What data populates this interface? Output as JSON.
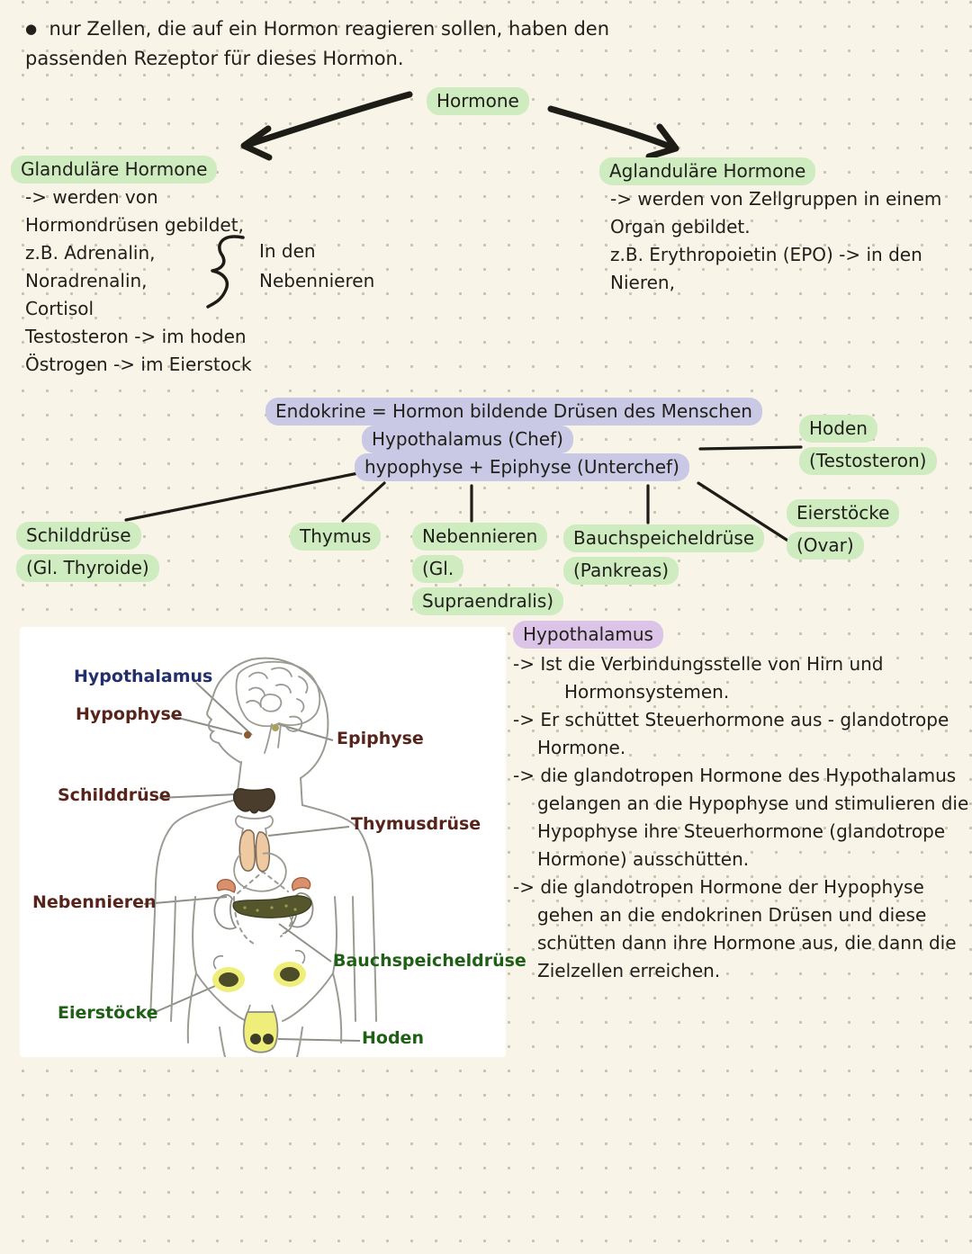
{
  "note": {
    "intro": {
      "bullet": "●",
      "lines": [
        "nur Zellen, die auf ein Hormon reagieren sollen, haben den",
        "passenden Rezeptor für dieses Hormon."
      ]
    },
    "hormone_label": "Hormone",
    "glandular": {
      "title": "Glanduläre Hormone",
      "lines": [
        "-> werden von",
        "Hormondrüsen gebildet,",
        "z.B. Adrenalin,",
        "Noradrenalin,",
        "Cortisol",
        "Testosteron -> im hoden",
        "Östrogen -> im Eierstock"
      ],
      "brace_note": [
        "In den",
        "Nebennieren"
      ]
    },
    "aglandular": {
      "title": "Aglanduläre Hormone",
      "lines": [
        "-> werden von Zellgruppen in einem",
        "Organ gebildet.",
        "z.B. Erythropoietin (EPO) -> in den",
        "Nieren,"
      ]
    },
    "tree": {
      "root": "Endokrine = Hormon bildende Drüsen des Menschen",
      "chef": "Hypothalamus (Chef)",
      "unterchef": "hypophyse + Epiphyse (Unterchef)",
      "hoden": [
        "Hoden",
        "(Testosteron)"
      ],
      "eierstoecke": [
        "Eierstöcke",
        "(Ovar)"
      ],
      "schilddruese": [
        "Schilddrüse",
        "(Gl. Thyroide)"
      ],
      "thymus": "Thymus",
      "nebennieren": [
        "Nebennieren",
        "(Gl.",
        "Supraendralis)"
      ],
      "pankreas": [
        "Bauchspeicheldrüse",
        "(Pankreas)"
      ]
    },
    "figure": {
      "hypothalamus": "Hypothalamus",
      "hypophyse": "Hypophyse",
      "epiphyse": "Epiphyse",
      "schilddruese": "Schilddrüse",
      "thymusdruese": "Thymusdrüse",
      "nebennieren": "Nebennieren",
      "bauchspeicheldruese": "Bauchspeicheldrüse",
      "eierstoecke": "Eierstöcke",
      "hoden": "Hoden"
    },
    "hypothalamus_section": {
      "title": "Hypothalamus",
      "lines": [
        "-> Ist die Verbindungsstelle von Hirn und",
        "Hormonsystemen.",
        "-> Er schüttet Steuerhormone aus - glandotrope",
        "Hormone.",
        "-> die glandotropen Hormone des Hypothalamus",
        "gelangen an die Hypophyse und stimulieren die",
        "Hypophyse ihre Steuerhormone (glandotrope",
        "Hormone) ausschütten.",
        "-> die glandotropen Hormone der Hypophyse",
        "gehen an die endokrinen Drüsen und diese",
        "schütten dann ihre Hormone aus, die dann die",
        "Zielzellen erreichen."
      ]
    },
    "colors": {
      "background": "#f8f4e7",
      "ink": "#21201b",
      "highlight_green": "#cfecc1",
      "highlight_lavender": "#c9c8e5",
      "highlight_purple": "#dcc4e8",
      "figure_label_navy": "#232f6b",
      "figure_label_maroon": "#57241c",
      "figure_label_green": "#1f5f16"
    }
  }
}
